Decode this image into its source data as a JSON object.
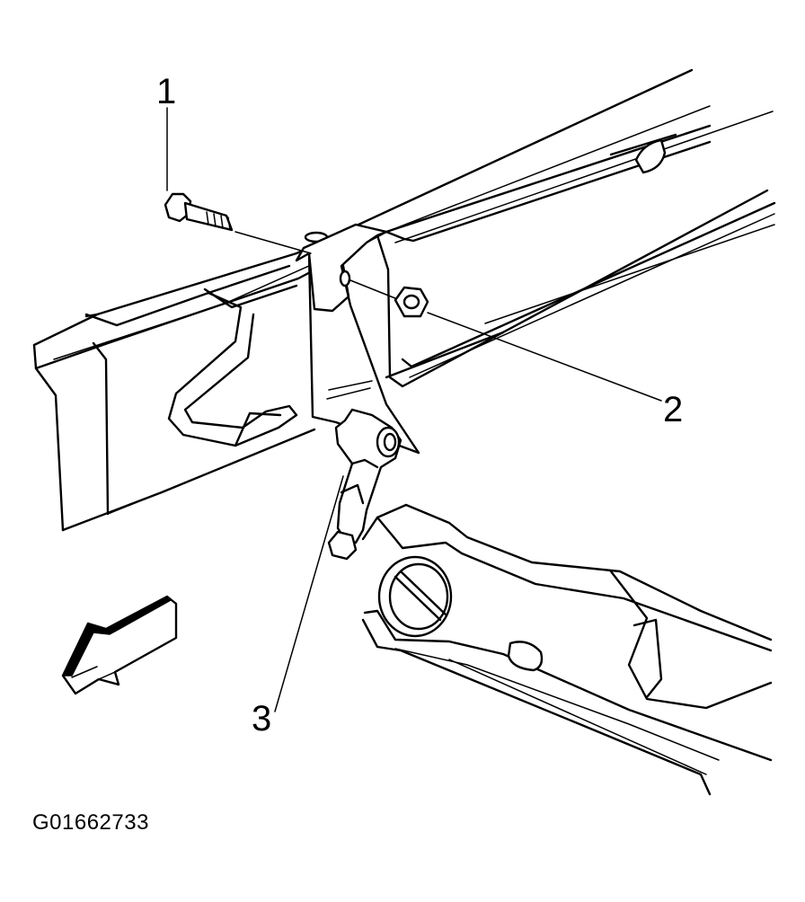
{
  "callouts": [
    {
      "label": "1"
    },
    {
      "label": "2"
    },
    {
      "label": "3"
    }
  ],
  "figure_id": "G01662733",
  "icons": {
    "direction_arrow": "forward-direction-arrow-icon"
  }
}
